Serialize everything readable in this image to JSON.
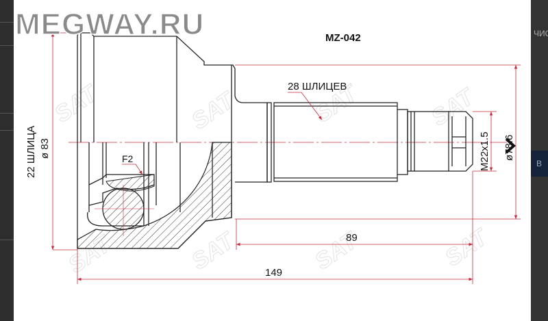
{
  "watermark_logo": "MEGWAY.RU",
  "part_number": "MZ-042",
  "labels": {
    "shaft_splines": "28 ШЛИЦЕВ",
    "hub_splines": "22 ШЛИЦА",
    "outer_diameter": "ø 83",
    "f2": "F2",
    "thread": "M22x1.5",
    "seal_diameter": "ø78.6",
    "length_89": "89",
    "length_149": "149"
  },
  "side_panel": {
    "right_text": "ЧИС",
    "right_button": "В"
  },
  "icons": {
    "next": "chevron-right-icon"
  },
  "colors": {
    "dimension": "#c8283a",
    "outline": "#222222",
    "logo": "#8a8a8a"
  }
}
